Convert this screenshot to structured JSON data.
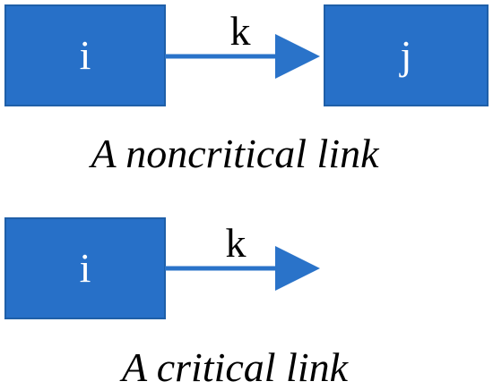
{
  "colors": {
    "node_fill": "#2770c8",
    "node_stroke": "#1f5fa8",
    "arrow": "#2a73c9",
    "text": "#000000",
    "node_text": "#ffffff"
  },
  "noncritical": {
    "source_label": "i",
    "target_label": "j",
    "link_label": "k",
    "caption": "A noncritical link"
  },
  "critical": {
    "source_label": "i",
    "link_label": "k",
    "caption": "A critical link"
  }
}
